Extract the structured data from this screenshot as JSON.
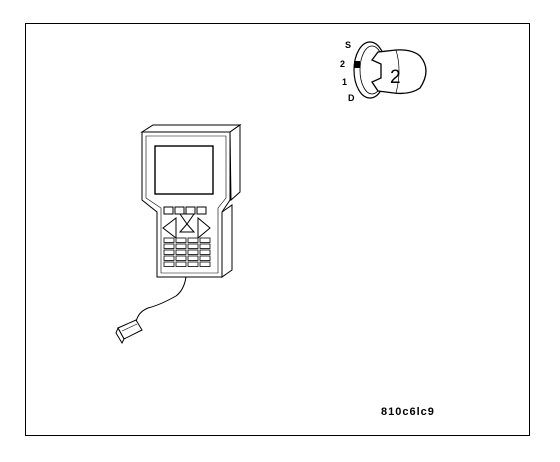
{
  "ignition_switch": {
    "positions": [
      "S",
      "2",
      "1",
      "D"
    ],
    "current_position": "2"
  },
  "figure_code": "810c6lc9"
}
